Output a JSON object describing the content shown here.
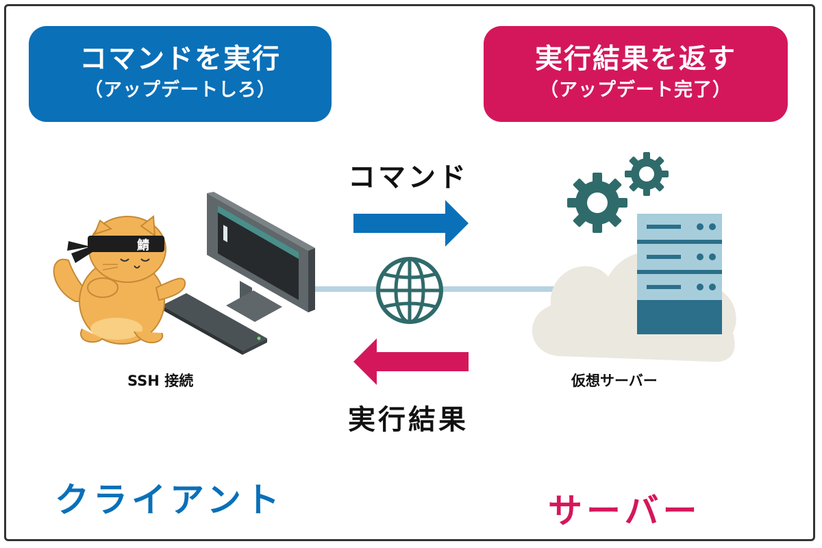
{
  "client_box": {
    "title": "コマンドを実行",
    "subtitle": "（アップデートしろ）"
  },
  "server_box": {
    "title": "実行結果を返す",
    "subtitle": "（アップデート完了）"
  },
  "arrows": {
    "command_label": "コマンド",
    "result_label": "実行結果"
  },
  "client": {
    "caption": "SSH 接続",
    "name": "クライアント",
    "headband_kanji": "鯖"
  },
  "server": {
    "caption": "仮想サーバー",
    "name": "サーバー"
  },
  "colors": {
    "blue": "#0a70b8",
    "magenta": "#d4175b",
    "teal": "#2f6b6a",
    "cat": "#f2b357"
  }
}
